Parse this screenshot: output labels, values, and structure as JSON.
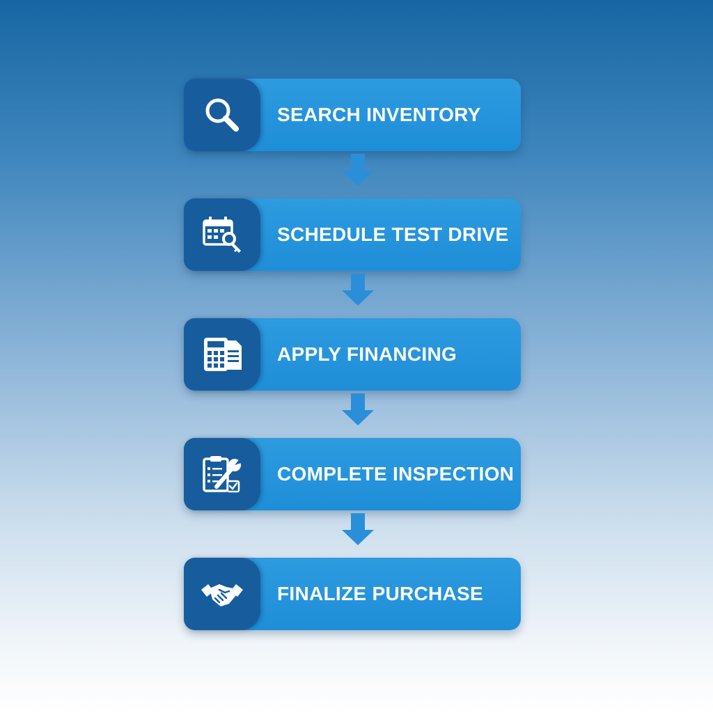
{
  "steps": [
    {
      "label": "SEARCH INVENTORY",
      "icon": "magnifier-icon"
    },
    {
      "label": "SCHEDULE TEST DRIVE",
      "icon": "calendar-key-icon"
    },
    {
      "label": "APPLY FINANCING",
      "icon": "calculator-document-icon"
    },
    {
      "label": "COMPLETE INSPECTION",
      "icon": "clipboard-wrench-icon"
    },
    {
      "label": "FINALIZE PURCHASE",
      "icon": "handshake-icon"
    }
  ],
  "colors": {
    "step_fill": "#2396db",
    "icon_box": "#175d9e",
    "arrow": "#2a8fd8",
    "text": "#ffffff"
  }
}
